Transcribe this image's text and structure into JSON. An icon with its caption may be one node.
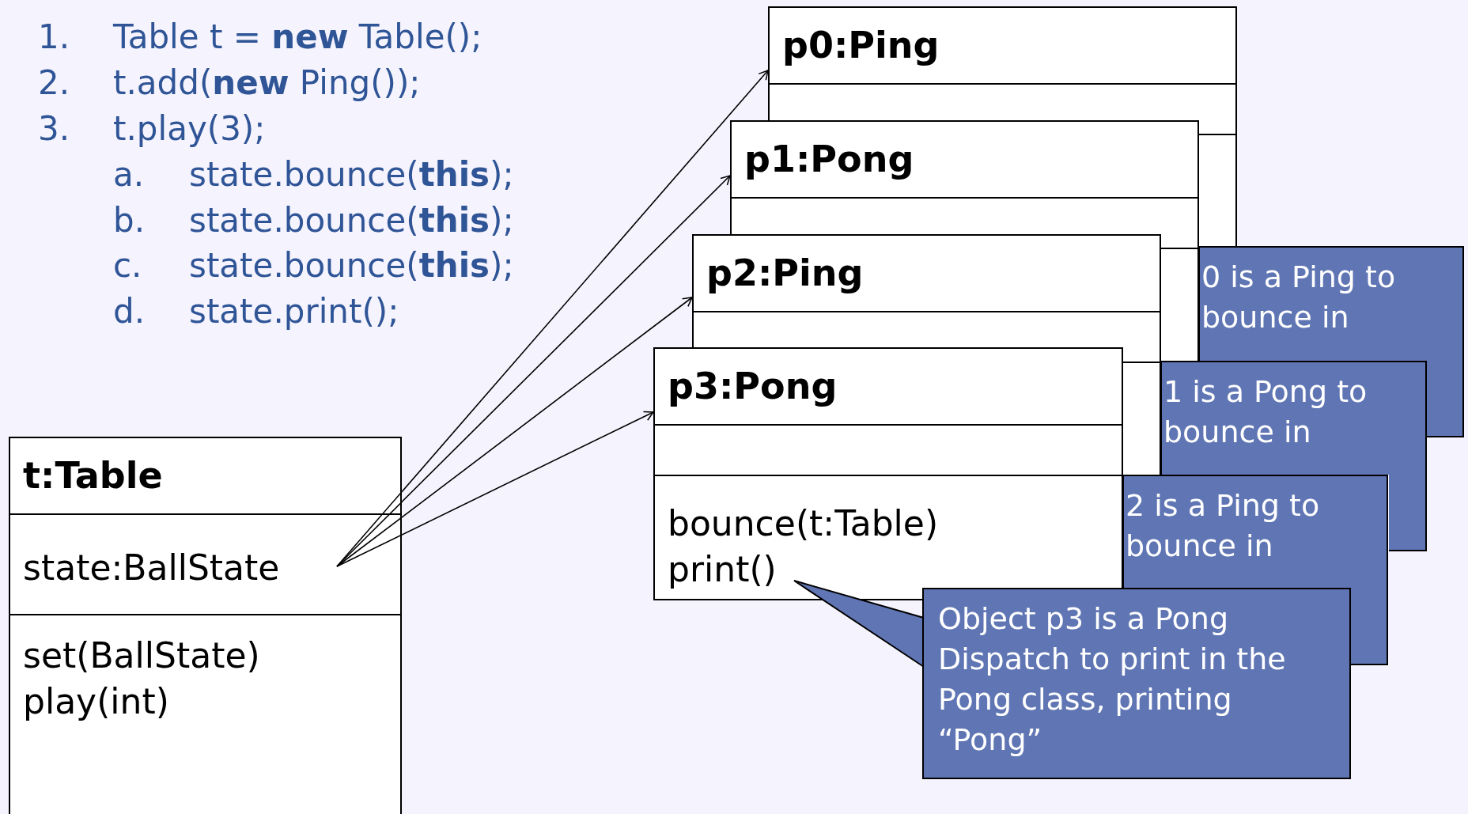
{
  "diagram": {
    "nodes": [
      {
        "text": [
          "p0:Ping"
        ]
      },
      {
        "text": [
          "0 is a Ping to bounce in"
        ]
      },
      {
        "text": [
          "p1:Pong"
        ]
      },
      {
        "text": [
          "1 is a Pong to bounce in"
        ]
      },
      {
        "text": [
          "p2:Ping"
        ]
      },
      {
        "text": [
          "2 is a Ping to bounce in"
        ]
      },
      {
        "text": [
          "p3:Pong",
          "bounce(t:Table) print()"
        ]
      },
      {
        "text": [
          "Object p3 is a Pong Dispatch to print in the Pong class, printing “Pong”"
        ]
      },
      {
        "text": [
          "t:Table",
          "state:BallState",
          "set(BallState) play(int)"
        ]
      }
    ],
    "edges": [
      {
        "from": 8,
        "to": 0,
        "arrow": "to"
      },
      {
        "from": 8,
        "to": 2,
        "arrow": "to"
      },
      {
        "from": 8,
        "to": 4,
        "arrow": "to"
      },
      {
        "from": 8,
        "to": 6,
        "arrow": "to"
      }
    ],
    "labels": [
      "1.",
      "Table t = **new** Table();",
      "2.",
      "t.add(**new** Ping());",
      "3.",
      "t.play(3);",
      "a.",
      "state.bounce(**this**);",
      "b.",
      "state.bounce(**this**);",
      "c.",
      "state.bounce(**this**);",
      "d.",
      "state.print();"
    ]
  }
}
